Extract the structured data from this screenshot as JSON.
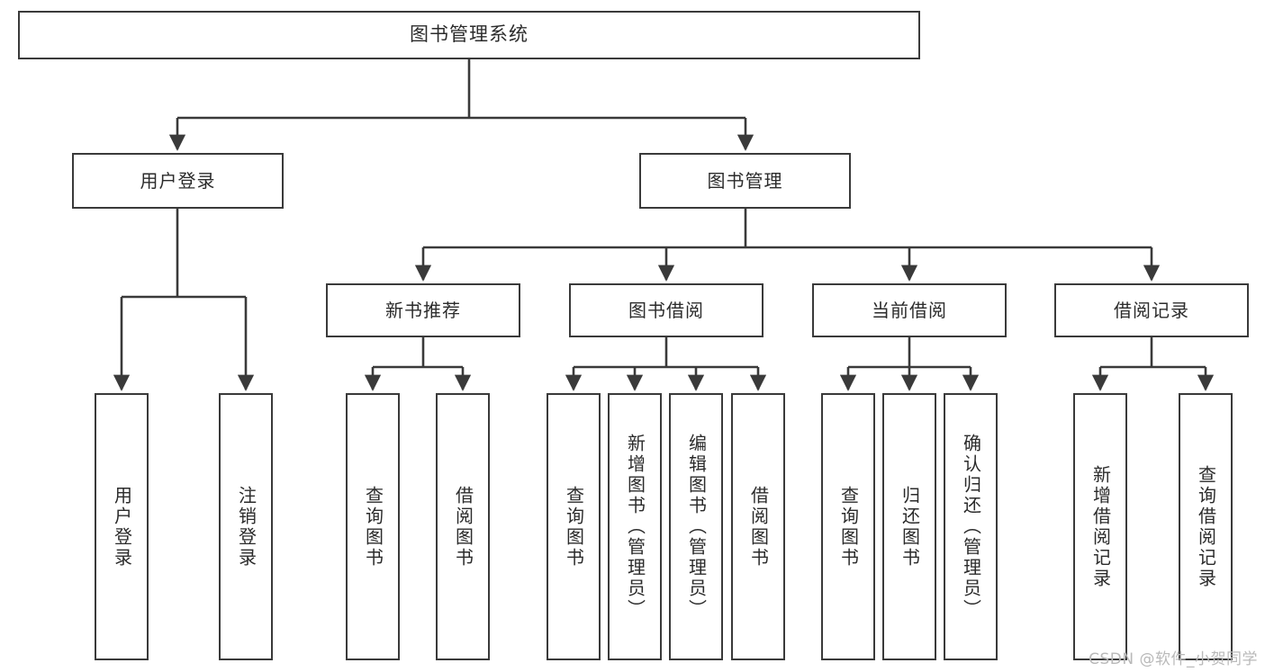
{
  "diagram": {
    "type": "tree",
    "title": "图书管理系统",
    "colors": {
      "box_border": "#3a3a3a",
      "box_fill": "#ffffff",
      "edge": "#3a3a3a",
      "text": "#2b2b2b",
      "watermark": "#b9b9b9",
      "background": "#ffffff"
    },
    "root": {
      "label": "图书管理系统"
    },
    "level2": [
      {
        "id": "user-login",
        "label": "用户登录"
      },
      {
        "id": "book-manage",
        "label": "图书管理"
      }
    ],
    "level3": [
      {
        "id": "new-book-recommend",
        "label": "新书推荐"
      },
      {
        "id": "book-borrow",
        "label": "图书借阅"
      },
      {
        "id": "current-borrow",
        "label": "当前借阅"
      },
      {
        "id": "borrow-record",
        "label": "借阅记录"
      }
    ],
    "leaves": {
      "user_login": [
        {
          "id": "leaf-user-login",
          "label": "用户登录"
        },
        {
          "id": "leaf-logout",
          "label": "注销登录"
        }
      ],
      "new_book_recommend": [
        {
          "id": "leaf-query-book-1",
          "label": "查询图书"
        },
        {
          "id": "leaf-borrow-book-1",
          "label": "借阅图书"
        }
      ],
      "book_borrow": [
        {
          "id": "leaf-query-book-2",
          "label": "查询图书"
        },
        {
          "id": "leaf-add-book",
          "label": "新增图书（管理员）"
        },
        {
          "id": "leaf-edit-book",
          "label": "编辑图书（管理员）"
        },
        {
          "id": "leaf-borrow-book-2",
          "label": "借阅图书"
        }
      ],
      "current_borrow": [
        {
          "id": "leaf-query-book-3",
          "label": "查询图书"
        },
        {
          "id": "leaf-return-book",
          "label": "归还图书"
        },
        {
          "id": "leaf-confirm-return",
          "label": "确认归还（管理员）"
        }
      ],
      "borrow_record": [
        {
          "id": "leaf-add-record",
          "label": "新增借阅记录"
        },
        {
          "id": "leaf-query-record",
          "label": "查询借阅记录"
        }
      ]
    }
  },
  "watermark": {
    "text": "CSDN @软件_小贺同学"
  }
}
